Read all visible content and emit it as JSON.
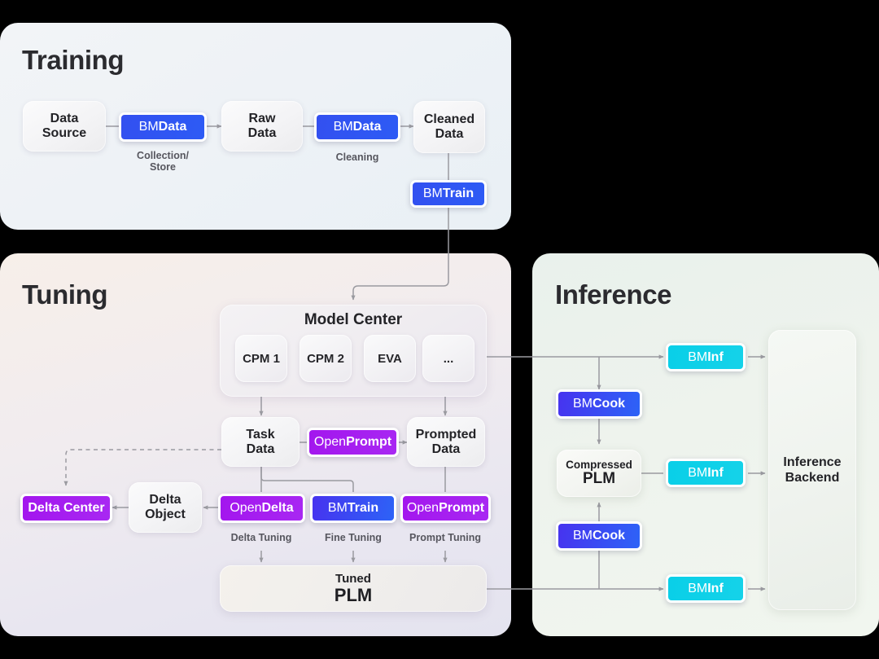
{
  "panels": {
    "training": {
      "title": "Training"
    },
    "tuning": {
      "title": "Tuning"
    },
    "inference": {
      "title": "Inference"
    }
  },
  "training": {
    "data_source": "Data\nSource",
    "bmdata_1": {
      "light": "BM",
      "bold": "Data"
    },
    "caption_collection": "Collection/\nStore",
    "raw_data": "Raw\nData",
    "bmdata_2": {
      "light": "BM",
      "bold": "Data"
    },
    "caption_cleaning": "Cleaning",
    "cleaned_data": "Cleaned\nData",
    "bmtrain": {
      "light": "BM",
      "bold": "Train"
    }
  },
  "tuning": {
    "model_center": {
      "title": "Model Center",
      "items": [
        "CPM 1",
        "CPM 2",
        "EVA",
        "..."
      ]
    },
    "task_data": "Task\nData",
    "openprompt_top": {
      "light": "Open",
      "bold": "Prompt"
    },
    "prompted_data": "Prompted\nData",
    "delta_center": "Delta Center",
    "delta_object": "Delta\nObject",
    "opendelta": {
      "light": "Open",
      "bold": "Delta"
    },
    "bmtrain": {
      "light": "BM",
      "bold": "Train"
    },
    "openprompt_bottom": {
      "light": "Open",
      "bold": "Prompt"
    },
    "caption_delta_tuning": "Delta Tuning",
    "caption_fine_tuning": "Fine Tuning",
    "caption_prompt_tuning": "Prompt Tuning",
    "tuned_plm": {
      "line1": "Tuned",
      "line2": "PLM"
    }
  },
  "inference": {
    "bminf_top": {
      "light": "BM",
      "bold": "Inf"
    },
    "bminf_mid": {
      "light": "BM",
      "bold": "Inf"
    },
    "bminf_bottom": {
      "light": "BM",
      "bold": "Inf"
    },
    "bmcook_top": {
      "light": "BM",
      "bold": "Cook"
    },
    "bmcook_bottom": {
      "light": "BM",
      "bold": "Cook"
    },
    "compressed_plm": {
      "line1": "Compressed",
      "line2": "PLM"
    },
    "inference_backend": "Inference\nBackend"
  },
  "colors": {
    "blue": "#2D5BF5",
    "purple": "#A828F2",
    "cyan": "#0ACFE8",
    "text_dark": "#232327",
    "caption_gray": "#56565E",
    "wire_gray": "#9A9AA0"
  }
}
